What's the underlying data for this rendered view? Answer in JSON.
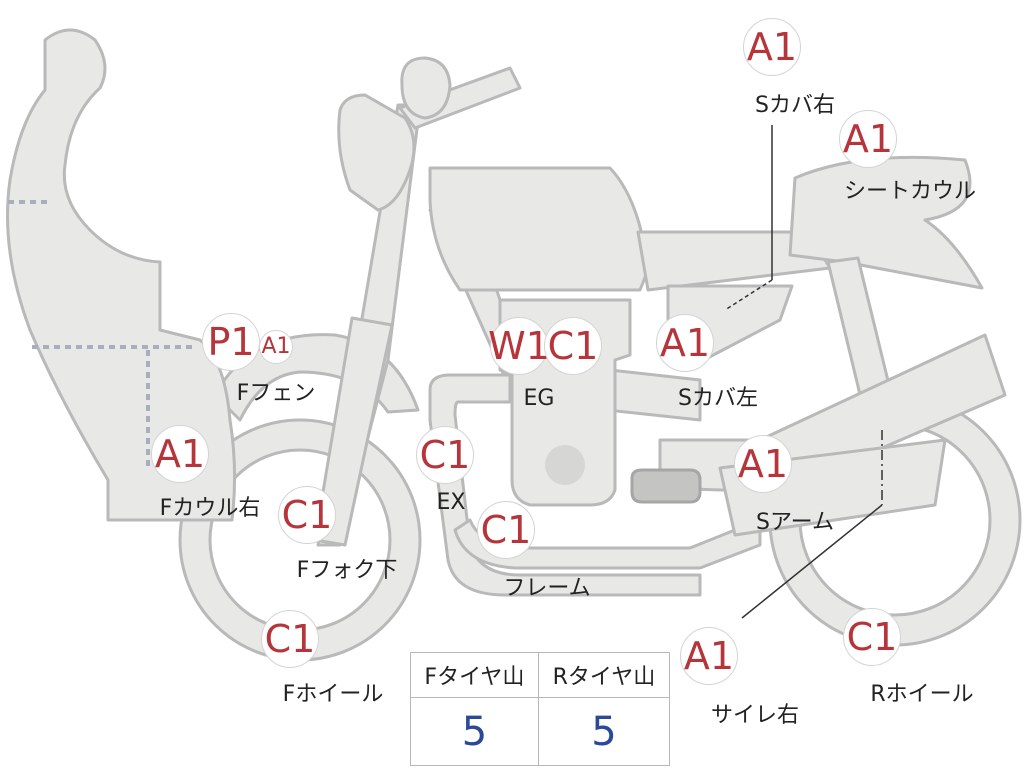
{
  "markers": [
    {
      "name": "cowl-right-paint-badge",
      "code": "P1"
    },
    {
      "name": "front-fender-badge",
      "code": "A1"
    },
    {
      "name": "cowl-right-badge",
      "code": "A1"
    },
    {
      "name": "front-fork-badge",
      "code": "C1"
    },
    {
      "name": "front-wheel-badge",
      "code": "C1"
    },
    {
      "name": "engine-w-badge",
      "code": "W1"
    },
    {
      "name": "engine-c-badge",
      "code": "C1"
    },
    {
      "name": "exhaust-badge",
      "code": "C1"
    },
    {
      "name": "frame-badge",
      "code": "C1"
    },
    {
      "name": "side-cover-right-badge",
      "code": "A1"
    },
    {
      "name": "seat-cowl-badge",
      "code": "A1"
    },
    {
      "name": "side-cover-left-badge",
      "code": "A1"
    },
    {
      "name": "swing-arm-badge",
      "code": "A1"
    },
    {
      "name": "silencer-right-badge",
      "code": "A1"
    },
    {
      "name": "rear-wheel-badge",
      "code": "C1"
    }
  ],
  "labels": {
    "front_fender": "Fフェン",
    "cowl_right": "Fカウル右",
    "front_fork": "Fフォク下",
    "front_wheel": "Fホイール",
    "engine": "EG",
    "exhaust": "EX",
    "frame": "フレーム",
    "side_cover_right": "Sカバ右",
    "seat_cowl": "シートカウル",
    "side_cover_left": "Sカバ左",
    "swing_arm": "Sアーム",
    "silencer_right": "サイレ右",
    "rear_wheel": "Rホイール"
  },
  "tread_table": {
    "headers": [
      "Fタイヤ山",
      "Rタイヤ山"
    ],
    "values": [
      "5",
      "5"
    ]
  },
  "colors": {
    "part_fill": "#e8e8e6",
    "part_stroke": "#b9b9b9",
    "badge_text": "#b5353b",
    "value_text": "#2a4a99"
  }
}
